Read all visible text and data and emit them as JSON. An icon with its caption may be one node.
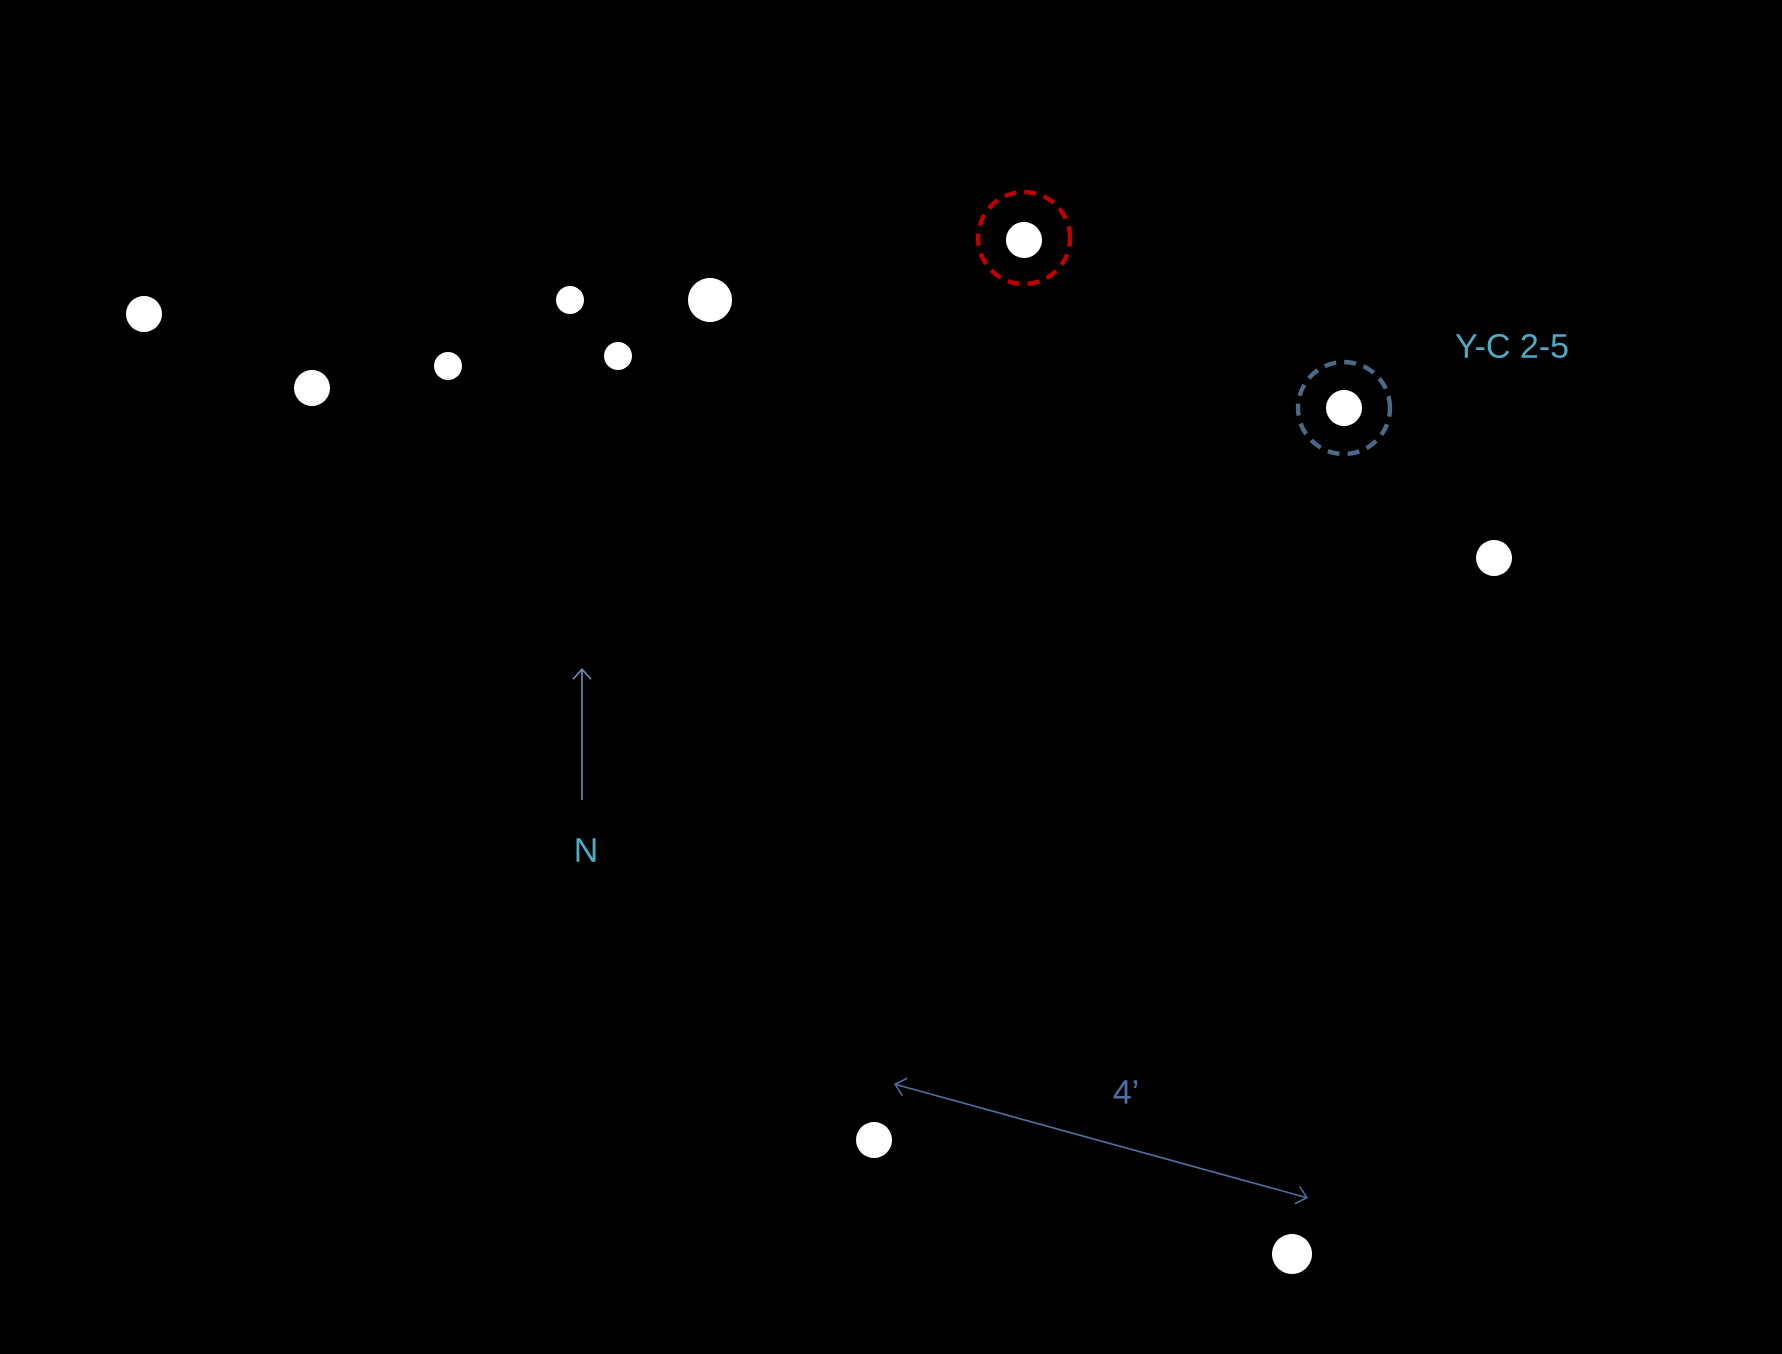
{
  "diagram": {
    "labels": [
      "Y-C 2-5",
      "N",
      "4’"
    ]
  }
}
